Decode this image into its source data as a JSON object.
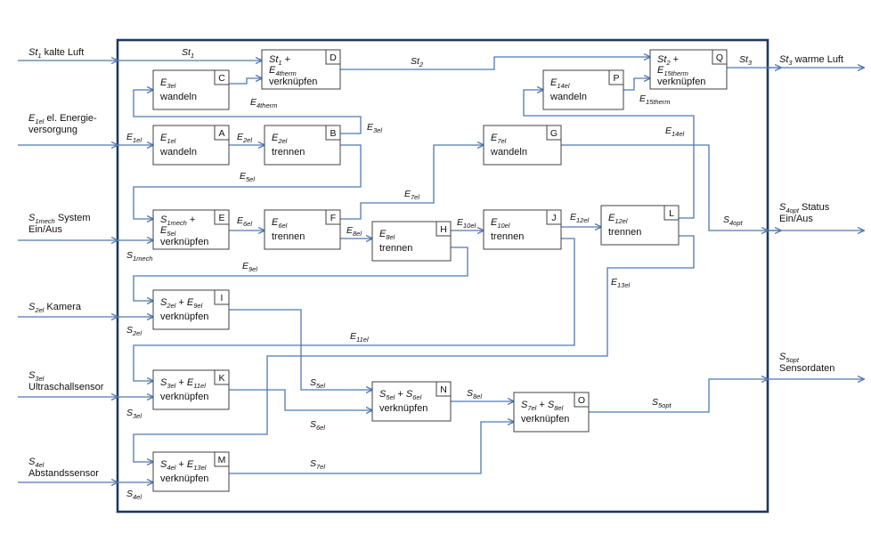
{
  "inputs": [
    {
      "id": "st1",
      "sym": "St",
      "sub": "1",
      "text": " kalte Luft"
    },
    {
      "id": "e1el",
      "sym": "E",
      "sub": "1el",
      "text": " el. Energie-",
      "text2": "versorgung"
    },
    {
      "id": "s1mech",
      "sym": "S",
      "sub": "1mech",
      "text": " System",
      "text2": "Ein/Aus"
    },
    {
      "id": "s2el",
      "sym": "S",
      "sub": "2el",
      "text": " Kamera"
    },
    {
      "id": "s3el",
      "sym": "S",
      "sub": "3el",
      "text": "",
      "text2": "Ultraschallsensor"
    },
    {
      "id": "s4el",
      "sym": "S",
      "sub": "4el",
      "text": "",
      "text2": "Abstandssensor"
    }
  ],
  "outputs": [
    {
      "id": "st3",
      "sym": "St",
      "sub": "3",
      "text": " warme Luft"
    },
    {
      "id": "s4opt",
      "sym": "S",
      "sub": "4opt",
      "text": " Status",
      "text2": "Ein/Aus"
    },
    {
      "id": "s5opt",
      "sym": "S",
      "sub": "5opt",
      "text": "",
      "text2": "Sensordaten"
    }
  ],
  "blocks": [
    {
      "id": "A",
      "tag": "A",
      "l1sym": "E",
      "l1sub": "1el",
      "l1rest": "",
      "l2": "wandeln"
    },
    {
      "id": "B",
      "tag": "B",
      "l1sym": "E",
      "l1sub": "2el",
      "l1rest": "",
      "l2": "trennen"
    },
    {
      "id": "C",
      "tag": "C",
      "l1sym": "E",
      "l1sub": "3el",
      "l1rest": "",
      "l2": "wandeln"
    },
    {
      "id": "D",
      "tag": "D",
      "l1sym": "St",
      "l1sub": "1",
      "l1rest": " +",
      "l2sym": "E",
      "l2sub": "4therm",
      "l3": "verknüpfen"
    },
    {
      "id": "E",
      "tag": "E",
      "l1sym": "S",
      "l1sub": "1mech",
      "l1rest": " +",
      "l2sym": "E",
      "l2sub": "5el",
      "l3": "verknüpfen"
    },
    {
      "id": "F",
      "tag": "F",
      "l1sym": "E",
      "l1sub": "6el",
      "l1rest": "",
      "l2": "trennen"
    },
    {
      "id": "G",
      "tag": "G",
      "l1sym": "E",
      "l1sub": "7el",
      "l1rest": "",
      "l2": "wandeln"
    },
    {
      "id": "H",
      "tag": "H",
      "l1sym": "E",
      "l1sub": "8el",
      "l1rest": "",
      "l2": "trennen"
    },
    {
      "id": "I",
      "tag": "I",
      "l1sym": "S",
      "l1sub": "2el",
      "l1rest": " + ",
      "l1sym2": "E",
      "l1sub2": "9el",
      "l2": "verknüpfen"
    },
    {
      "id": "J",
      "tag": "J",
      "l1sym": "E",
      "l1sub": "10el",
      "l1rest": "",
      "l2": "trennen"
    },
    {
      "id": "K",
      "tag": "K",
      "l1sym": "S",
      "l1sub": "3el",
      "l1rest": " + ",
      "l1sym2": "E",
      "l1sub2": "11el",
      "l2": "verknüpfen"
    },
    {
      "id": "L",
      "tag": "L",
      "l1sym": "E",
      "l1sub": "12el",
      "l1rest": "",
      "l2": "trennen"
    },
    {
      "id": "M",
      "tag": "M",
      "l1sym": "S",
      "l1sub": "4el",
      "l1rest": " + ",
      "l1sym2": "E",
      "l1sub2": "13el",
      "l2": "verknüpfen"
    },
    {
      "id": "N",
      "tag": "N",
      "l1sym": "S",
      "l1sub": "5el",
      "l1rest": " + ",
      "l1sym2": "S",
      "l1sub2": "6el",
      "l2": "verknüpfen"
    },
    {
      "id": "O",
      "tag": "O",
      "l1sym": "S",
      "l1sub": "7el",
      "l1rest": " + ",
      "l1sym2": "S",
      "l1sub2": "8el",
      "l2": "verknüpfen"
    },
    {
      "id": "P",
      "tag": "P",
      "l1sym": "E",
      "l1sub": "14el",
      "l1rest": "",
      "l2": "wandeln"
    },
    {
      "id": "Q",
      "tag": "Q",
      "l1sym": "St",
      "l1sub": "2",
      "l1rest": " +",
      "l2sym": "E",
      "l2sub": "15therm",
      "l3": "verknüpfen"
    }
  ],
  "signals": [
    {
      "id": "st1",
      "sym": "St",
      "sub": "1"
    },
    {
      "id": "st2",
      "sym": "St",
      "sub": "2"
    },
    {
      "id": "st3",
      "sym": "St",
      "sub": "3"
    },
    {
      "id": "e1el",
      "sym": "E",
      "sub": "1el"
    },
    {
      "id": "e2el",
      "sym": "E",
      "sub": "2el"
    },
    {
      "id": "e3el",
      "sym": "E",
      "sub": "3el"
    },
    {
      "id": "e4therm",
      "sym": "E",
      "sub": "4therm"
    },
    {
      "id": "e5el",
      "sym": "E",
      "sub": "5el"
    },
    {
      "id": "e6el",
      "sym": "E",
      "sub": "6el"
    },
    {
      "id": "e7el",
      "sym": "E",
      "sub": "7el"
    },
    {
      "id": "e8el",
      "sym": "E",
      "sub": "8el"
    },
    {
      "id": "e9el",
      "sym": "E",
      "sub": "9el"
    },
    {
      "id": "e10el",
      "sym": "E",
      "sub": "10el"
    },
    {
      "id": "e11el",
      "sym": "E",
      "sub": "11el"
    },
    {
      "id": "e12el",
      "sym": "E",
      "sub": "12el"
    },
    {
      "id": "e13el",
      "sym": "E",
      "sub": "13el"
    },
    {
      "id": "e14el",
      "sym": "E",
      "sub": "14el"
    },
    {
      "id": "e15therm",
      "sym": "E",
      "sub": "15therm"
    },
    {
      "id": "s1mech",
      "sym": "S",
      "sub": "1mech"
    },
    {
      "id": "s2el",
      "sym": "S",
      "sub": "2el"
    },
    {
      "id": "s3el",
      "sym": "S",
      "sub": "3el"
    },
    {
      "id": "s4el",
      "sym": "S",
      "sub": "4el"
    },
    {
      "id": "s4opt",
      "sym": "S",
      "sub": "4opt"
    },
    {
      "id": "s5el",
      "sym": "S",
      "sub": "5el"
    },
    {
      "id": "s5opt",
      "sym": "S",
      "sub": "5opt"
    },
    {
      "id": "s6el",
      "sym": "S",
      "sub": "6el"
    },
    {
      "id": "s7el",
      "sym": "S",
      "sub": "7el"
    },
    {
      "id": "s8el",
      "sym": "S",
      "sub": "8el"
    }
  ],
  "colors": {
    "frame": "#1f3864",
    "flow": "#4f79b0",
    "block_border": "#404040"
  }
}
